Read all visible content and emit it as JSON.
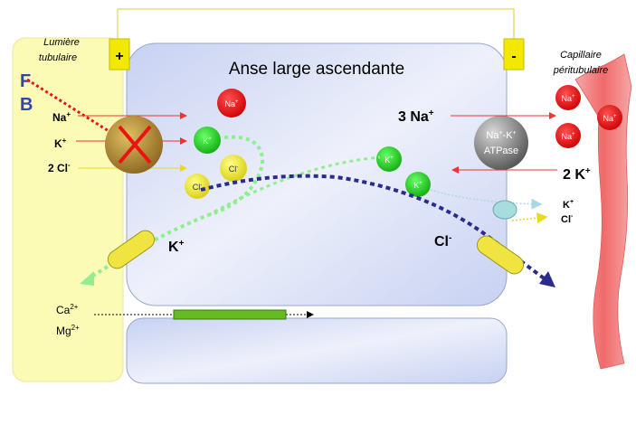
{
  "regions": {
    "lumen_line1": "Lumière",
    "lumen_line2": "tubulaire",
    "capillary_line1": "Capillaire",
    "capillary_line2": "péritubulaire",
    "cell_title": "Anse large ascendante"
  },
  "polarity": {
    "plus": "+",
    "minus": "-"
  },
  "drug": {
    "line1": "F",
    "line2": "B"
  },
  "lumen_ions": {
    "na": "Na",
    "k": "K",
    "cl": "2 Cl",
    "plus": "+",
    "minus": "-"
  },
  "cell_ions": {
    "na": "Na",
    "k": "K",
    "cl": "Cl",
    "plus": "+",
    "minus": "-"
  },
  "pump": {
    "label_line1": "Na",
    "label_line1b": "-K",
    "label_line2": "ATPase",
    "na_count": "3 Na",
    "k_count": "2 K",
    "plus": "+"
  },
  "basolateral": {
    "k": "K",
    "cl": "Cl",
    "plus": "+",
    "minus": "-"
  },
  "channels": {
    "k_label": "K",
    "cl_label": "Cl",
    "plus": "+",
    "minus": "-"
  },
  "paracellular": {
    "ca": "Ca",
    "ca_sup": "2+",
    "mg": "Mg",
    "mg_sup": "2+"
  },
  "colors": {
    "lumen": "#fbfbb6",
    "cell_fill": "#dfe5f7",
    "cell_stroke": "#9aa6cc",
    "capillary": "#f08080",
    "na_ball": "#e00000",
    "k_ball": "#22cc22",
    "cl_ball": "#e8e020",
    "blocked_transporter": "#b08830",
    "pump": "#888888",
    "k_path": "#90ee90",
    "cl_path": "#2b2b8f",
    "drug_arrow": "#ee1111",
    "polarity_box": "#f2e800",
    "paracellular_bar": "#66bb22"
  }
}
